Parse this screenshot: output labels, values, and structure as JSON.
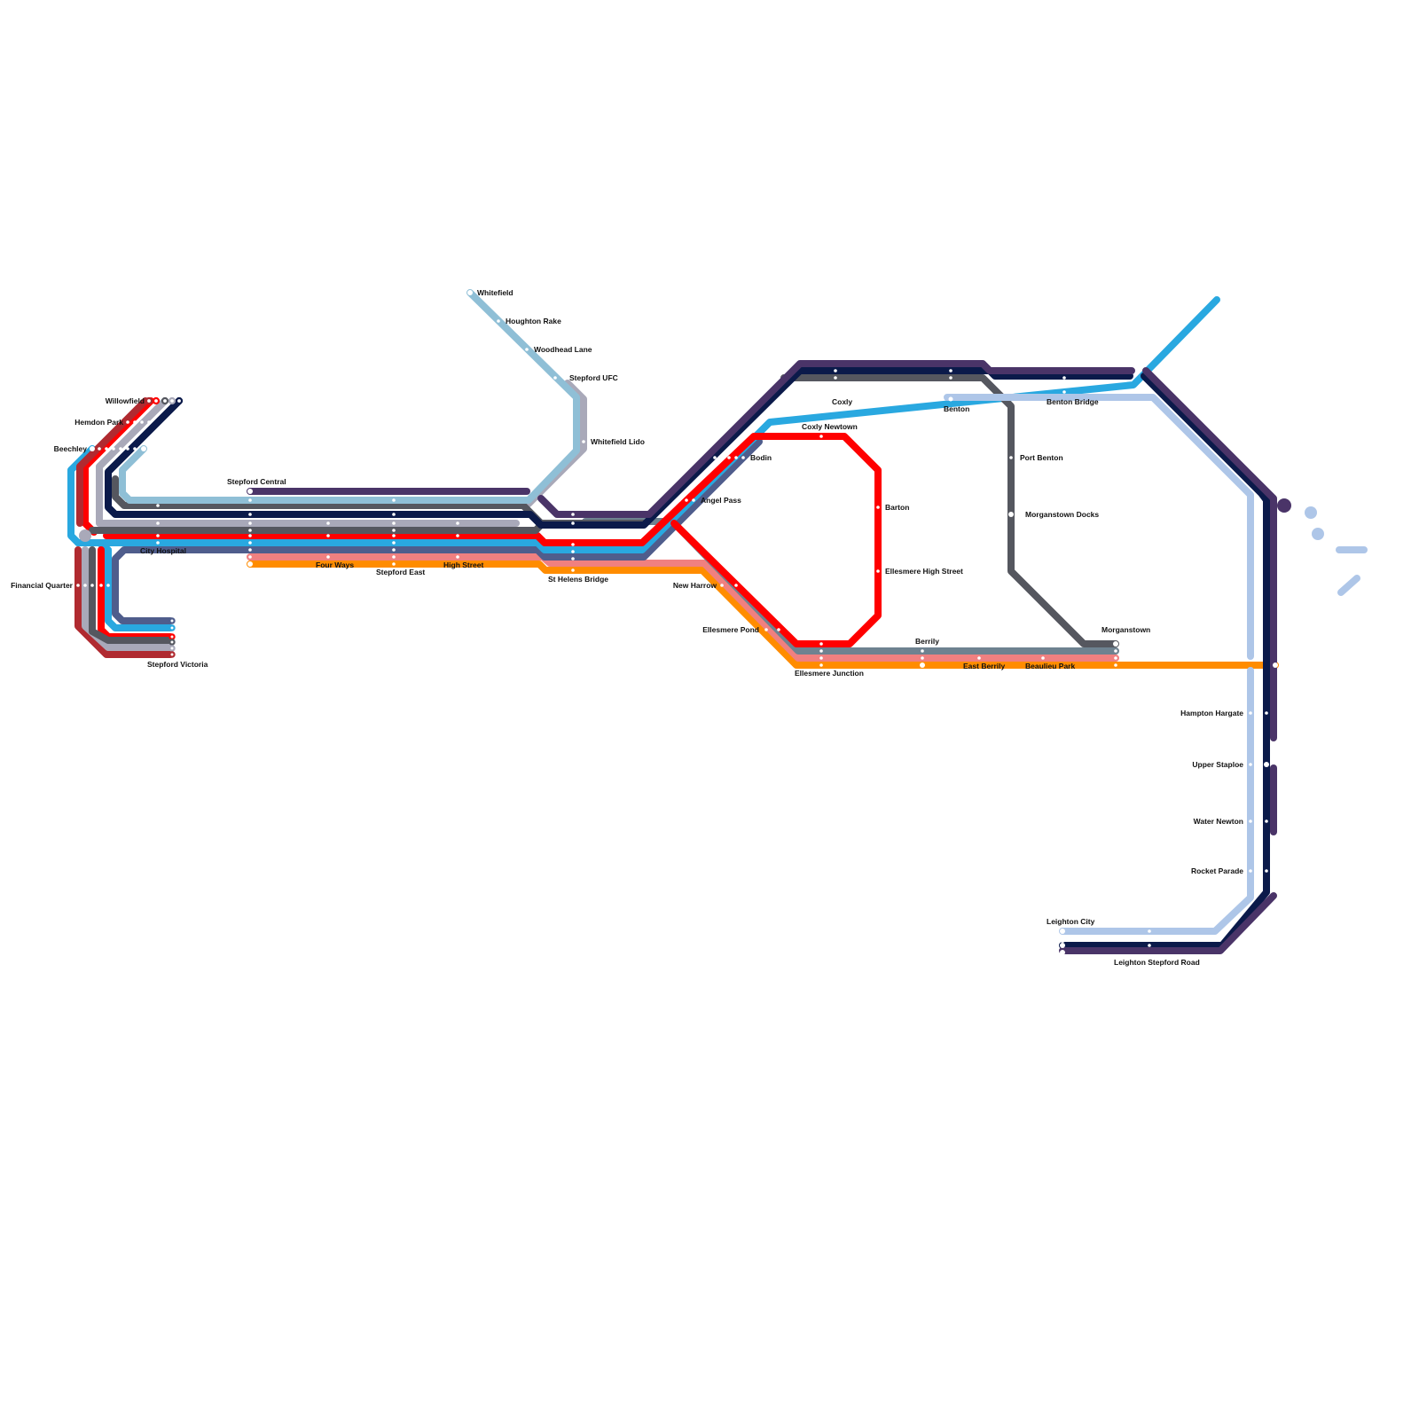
{
  "colors": {
    "background": "#ffffff",
    "red": "#ff0000",
    "dark_red": "#b02a30",
    "orange": "#ff8c00",
    "salmon": "#f08080",
    "sky_blue": "#29a8e0",
    "light_blue": "#8fbfd6",
    "pale_blue": "#aec6e8",
    "navy": "#0b1a4a",
    "purple": "#4a3468",
    "slate": "#4f5d8c",
    "charcoal": "#55575f",
    "steel": "#6e8290",
    "silver": "#a9a9b9"
  },
  "lines": [
    {
      "key": "sky-blue-line",
      "color": "sky_blue"
    },
    {
      "key": "light-blue-line",
      "color": "light_blue"
    },
    {
      "key": "pale-blue-line",
      "color": "pale_blue"
    },
    {
      "key": "navy-line",
      "color": "navy"
    },
    {
      "key": "purple-line",
      "color": "purple"
    },
    {
      "key": "slate-line",
      "color": "slate"
    },
    {
      "key": "charcoal-line",
      "color": "charcoal"
    },
    {
      "key": "steel-line",
      "color": "steel"
    },
    {
      "key": "silver-line",
      "color": "silver"
    },
    {
      "key": "red-line",
      "color": "red"
    },
    {
      "key": "dark-red-line",
      "color": "dark_red"
    },
    {
      "key": "salmon-line",
      "color": "salmon"
    },
    {
      "key": "orange-line",
      "color": "orange"
    }
  ],
  "stations": {
    "whitefield": "Whitefield",
    "houghton_rake": "Houghton Rake",
    "woodhead_lane": "Woodhead Lane",
    "stepford_ufc": "Stepford UFC",
    "whitefield_lido": "Whitefield Lido",
    "willowfield": "Willowfield",
    "hemdon_park": "Hemdon Park",
    "beechley": "Beechley",
    "financial_quarter": "Financial Quarter",
    "city_hospital": "City Hospital",
    "stepford_victoria": "Stepford Victoria",
    "stepford_central": "Stepford Central",
    "four_ways": "Four Ways",
    "stepford_east": "Stepford East",
    "high_street": "High Street",
    "st_helens_bridge": "St Helens Bridge",
    "bodin": "Bodin",
    "angel_pass": "Angel Pass",
    "new_harrow": "New Harrow",
    "ellesmere_pond": "Ellesmere Pond",
    "ellesmere_junction": "Ellesmere Junction",
    "coxly_newtown": "Coxly Newtown",
    "barton": "Barton",
    "ellesmere_high_street": "Ellesmere High Street",
    "coxly": "Coxly",
    "benton": "Benton",
    "benton_bridge": "Benton Bridge",
    "port_benton": "Port Benton",
    "morganstown_docks": "Morganstown Docks",
    "morganstown": "Morganstown",
    "berrily": "Berrily",
    "east_berrily": "East Berrily",
    "beaulieu_park": "Beaulieu Park",
    "hampton_hargate": "Hampton Hargate",
    "upper_staploe": "Upper Staploe",
    "water_newton": "Water Newton",
    "rocket_parade": "Rocket Parade",
    "leighton_city": "Leighton City",
    "leighton_stepford_road": "Leighton Stepford Road"
  }
}
